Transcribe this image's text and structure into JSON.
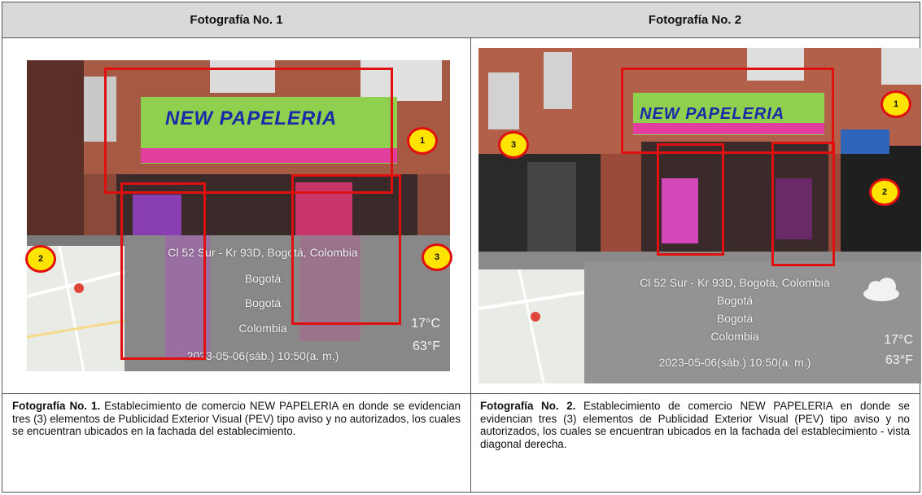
{
  "photos": [
    {
      "header": "Fotografía No. 1",
      "sign_name": "NEW PAPELERIA",
      "address": "Cl 52 Sur - Kr 93D, Bogotá, Colombia",
      "city": "Bogotá",
      "region": "Bogotá",
      "country": "Colombia",
      "datetime": "2023-05-06(sáb.)  10:50(a. m.)",
      "temp_c": "17°C",
      "temp_f": "63°F",
      "callouts": [
        "1",
        "2",
        "3"
      ],
      "caption_bold": "Fotografía No. 1.",
      "caption": " Establecimiento de comercio NEW PAPELERIA en donde se evidencian tres (3) elementos de Publicidad Exterior Visual (PEV) tipo aviso y no autorizados, los cuales se encuentran ubicados en la fachada del establecimiento."
    },
    {
      "header": "Fotografía No. 2",
      "sign_name": "NEW PAPELERIA",
      "address": "Cl 52 Sur - Kr 93D, Bogotá, Colombia",
      "city": "Bogotá",
      "region": "Bogotá",
      "country": "Colombia",
      "datetime": "2023-05-06(sáb.)  10:50(a. m.)",
      "temp_c": "17°C",
      "temp_f": "63°F",
      "callouts": [
        "1",
        "2",
        "3"
      ],
      "caption_bold": "Fotografía No. 2.",
      "caption": " Establecimiento de comercio NEW PAPELERIA en donde se evidencian tres (3) elementos de Publicidad Exterior Visual (PEV) tipo aviso y no autorizados, los cuales se encuentran ubicados en la fachada del establecimiento - vista diagonal derecha."
    }
  ],
  "colors": {
    "highlight_box": "#e01010",
    "callout_fill": "#ffe400",
    "header_bg": "#d9d9d9"
  }
}
